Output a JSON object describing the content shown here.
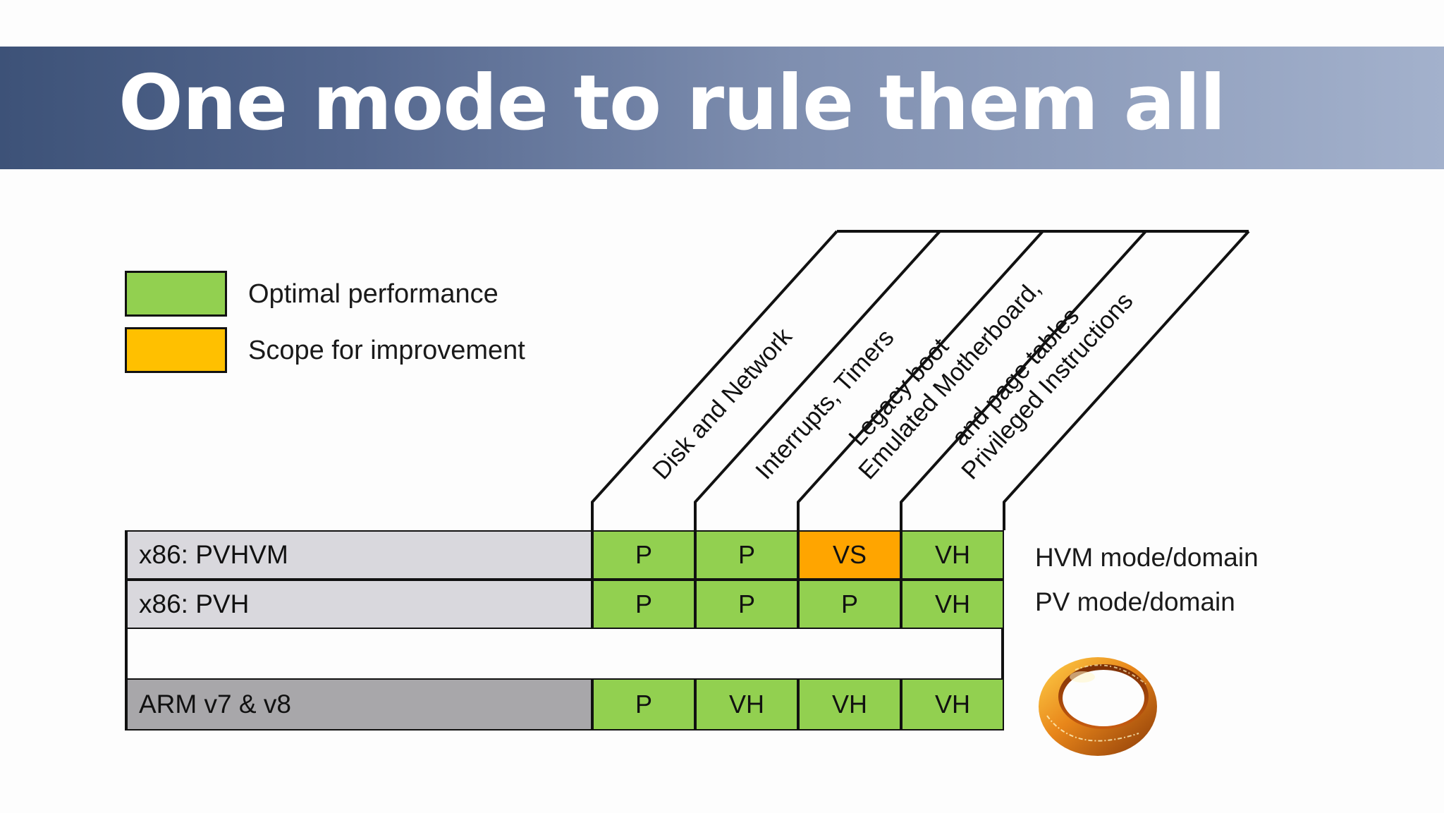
{
  "slide": {
    "title": "One mode to rule them all"
  },
  "legend": [
    {
      "label": "Optimal performance",
      "color": "#92d050"
    },
    {
      "label": "Scope for improvement",
      "color": "#ffc000"
    }
  ],
  "columns": [
    {
      "lines": [
        "Disk and Network"
      ]
    },
    {
      "lines": [
        "Interrupts, Timers"
      ]
    },
    {
      "lines": [
        "Emulated Motherboard,",
        "Legacy boot"
      ]
    },
    {
      "lines": [
        "Privileged Instructions",
        "and page tables"
      ]
    }
  ],
  "rows": [
    {
      "label": "x86: PVHVM",
      "label_bg": "#d9d8dd",
      "cells": [
        {
          "text": "P",
          "status": "optimal"
        },
        {
          "text": "P",
          "status": "optimal"
        },
        {
          "text": "VS",
          "status": "improve"
        },
        {
          "text": "VH",
          "status": "optimal"
        }
      ]
    },
    {
      "label": "x86: PVH",
      "label_bg": "#d9d8dd",
      "cells": [
        {
          "text": "P",
          "status": "optimal"
        },
        {
          "text": "P",
          "status": "optimal"
        },
        {
          "text": "P",
          "status": "optimal"
        },
        {
          "text": "VH",
          "status": "optimal"
        }
      ]
    },
    {
      "label": "ARM v7 & v8",
      "label_bg": "#a8a7aa",
      "cells": [
        {
          "text": "P",
          "status": "optimal"
        },
        {
          "text": "VH",
          "status": "optimal"
        },
        {
          "text": "VH",
          "status": "optimal"
        },
        {
          "text": "VH",
          "status": "optimal"
        }
      ]
    }
  ],
  "side_labels": [
    "HVM mode/domain",
    "PV mode/domain"
  ],
  "colors": {
    "optimal": "#92d050",
    "improve": "#ffa500",
    "border": "#111111"
  },
  "icons": {
    "ring": "one-ring-image"
  }
}
